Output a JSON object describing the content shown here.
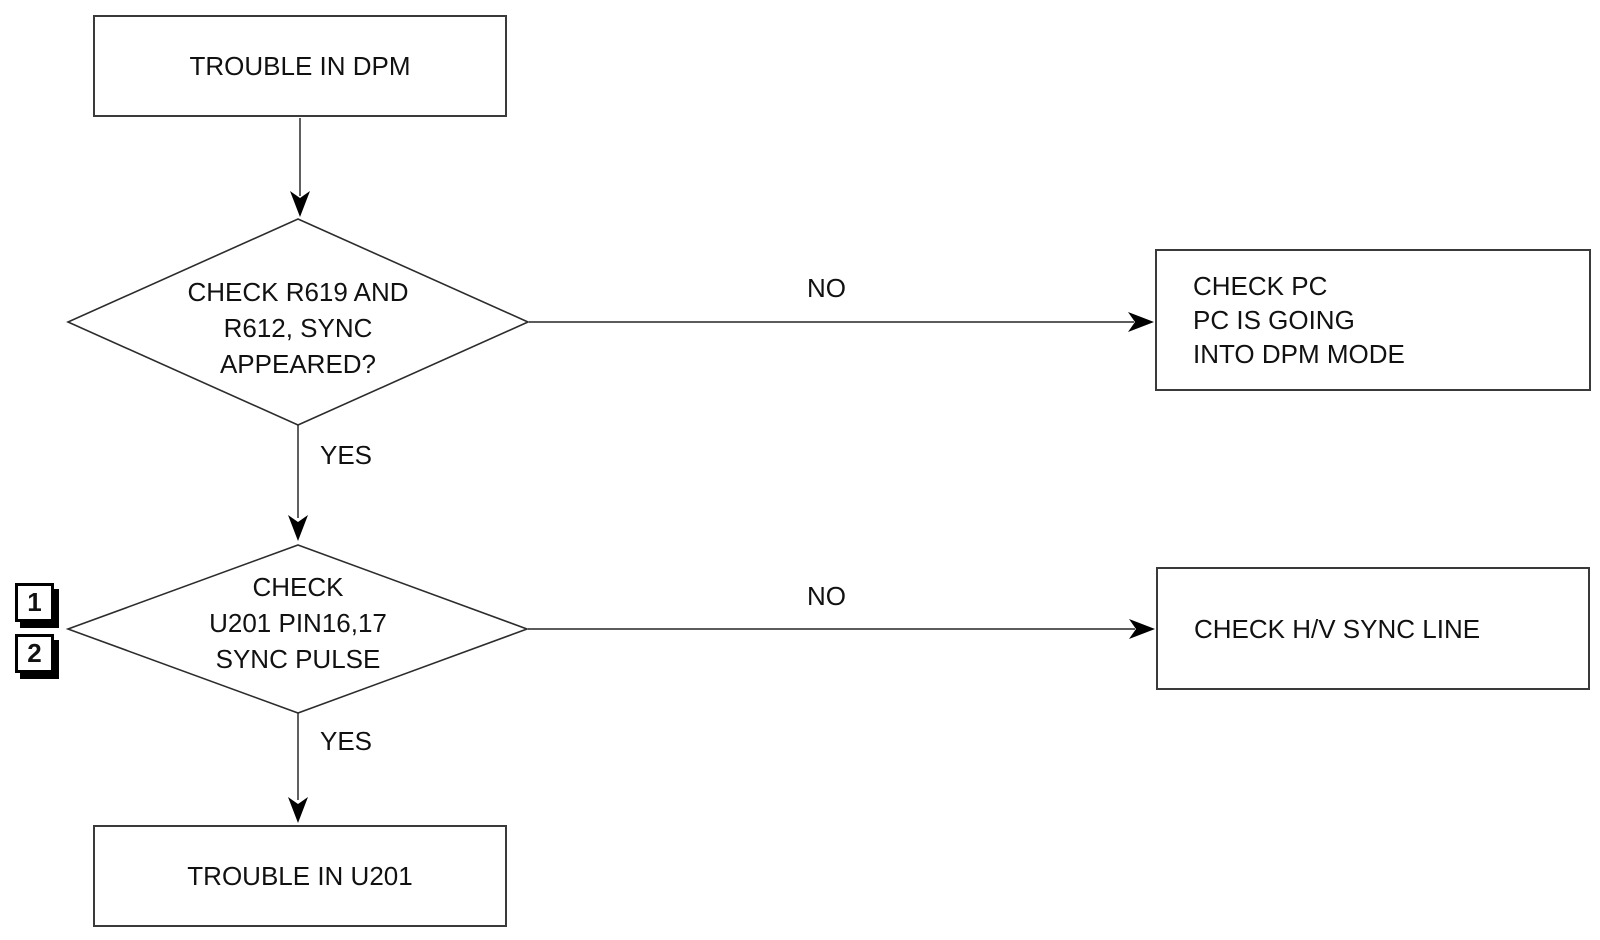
{
  "diagram": {
    "nodes": {
      "start": {
        "label": "TROUBLE IN DPM"
      },
      "decision1": {
        "line1": "CHECK R619 AND",
        "line2": "R612, SYNC",
        "line3": "APPEARED?"
      },
      "check_pc": {
        "line1": "CHECK PC",
        "line2": "PC IS GOING",
        "line3": "INTO DPM MODE"
      },
      "decision2": {
        "line1": "CHECK",
        "line2": "U201 PIN16,17",
        "line3": "SYNC PULSE"
      },
      "check_hv": {
        "label": "CHECK H/V SYNC LINE"
      },
      "end": {
        "label": "TROUBLE IN U201"
      }
    },
    "edge_labels": {
      "decision1_no": "NO",
      "decision1_yes": "YES",
      "decision2_no": "NO",
      "decision2_yes": "YES"
    },
    "callouts": {
      "ref1": "1",
      "ref2": "2"
    },
    "colors": {
      "background": "#ffffff",
      "box_border": "#3a3a3a",
      "wire": "#444444",
      "arrowhead": "#000000",
      "text": "#111111"
    }
  }
}
